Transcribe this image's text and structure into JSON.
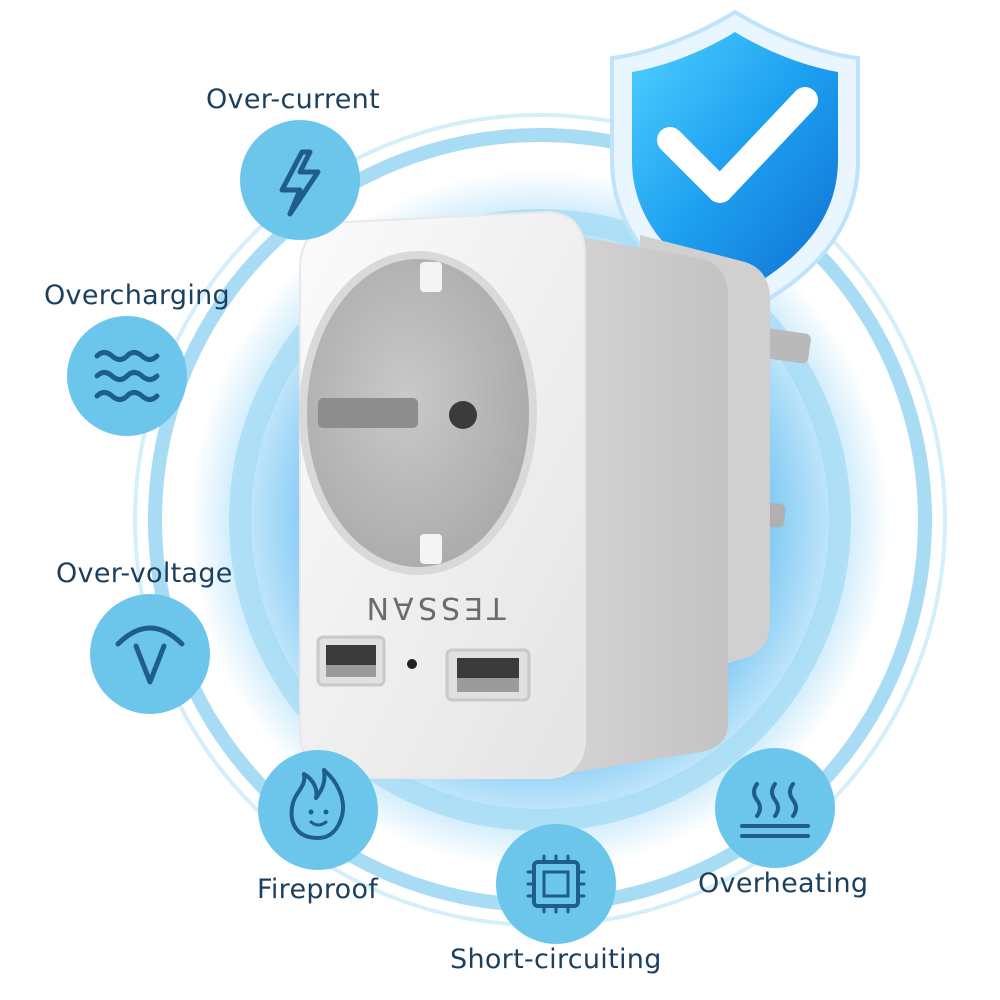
{
  "brand": {
    "logo_text": "TESSAN"
  },
  "features": [
    {
      "label": "Over-current",
      "icon": "lightning-bolt-icon"
    },
    {
      "label": "Overcharging",
      "icon": "waves-icon"
    },
    {
      "label": "Over-voltage",
      "icon": "voltage-arc-icon"
    },
    {
      "label": "Fireproof",
      "icon": "flame-icon"
    },
    {
      "label": "Short-circuiting",
      "icon": "chip-icon"
    },
    {
      "label": "Overheating",
      "icon": "heat-waves-icon"
    }
  ],
  "badge": {
    "icon": "shield-check-icon"
  },
  "colors": {
    "ring": "#9dd8f3",
    "icon_circle": "#6cc6ec",
    "icon_stroke": "#1f5e8c",
    "label_text": "#1c3f5e",
    "shield_blue": "#1a8ee6",
    "plug_white": "#eeeeee"
  }
}
